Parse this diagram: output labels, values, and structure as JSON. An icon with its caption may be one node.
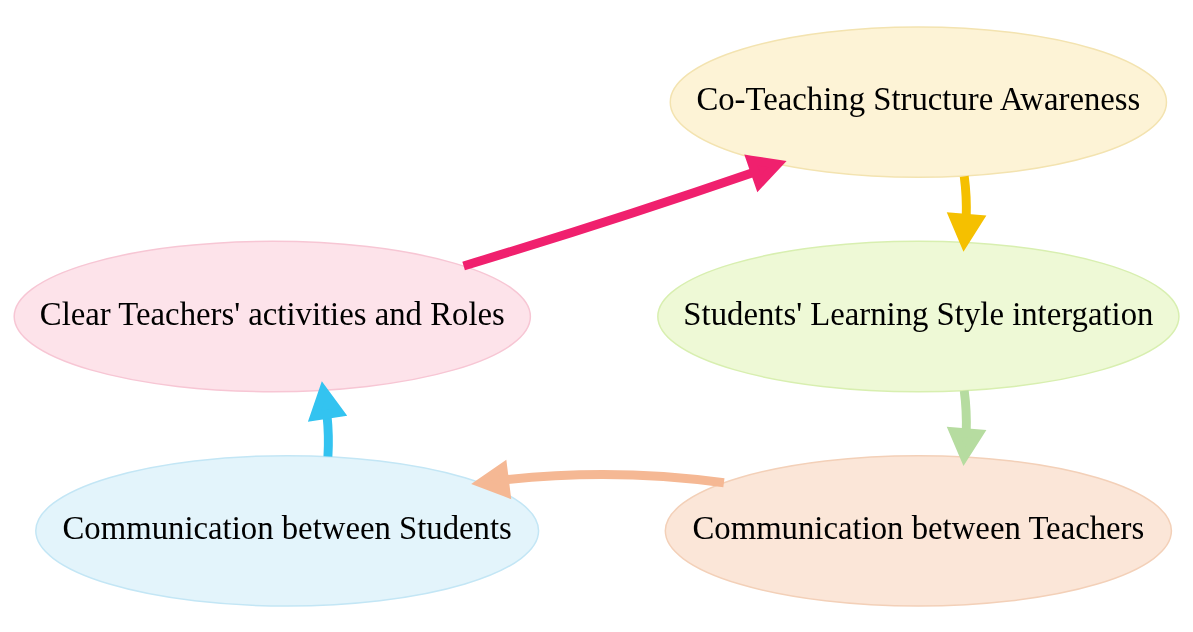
{
  "diagram": {
    "nodes": [
      {
        "text": [
          "Co-Teaching Structure Awareness"
        ]
      },
      {
        "text": [
          "Students' Learning Style intergation"
        ]
      },
      {
        "text": [
          "Communication between Teachers"
        ]
      },
      {
        "text": [
          "Communication between Students"
        ]
      },
      {
        "text": [
          "Clear Teachers' activities and Roles"
        ]
      }
    ],
    "edges": [
      {
        "from": 0,
        "to": 1,
        "arrow": "to",
        "color": "#f5c000"
      },
      {
        "from": 1,
        "to": 2,
        "arrow": "to",
        "color": "#b6dca0"
      },
      {
        "from": 2,
        "to": 3,
        "arrow": "to",
        "color": "#f5b894"
      },
      {
        "from": 3,
        "to": 4,
        "arrow": "to",
        "color": "#33c3f0"
      },
      {
        "from": 4,
        "to": 0,
        "arrow": "to",
        "color": "#f0206e"
      }
    ]
  }
}
